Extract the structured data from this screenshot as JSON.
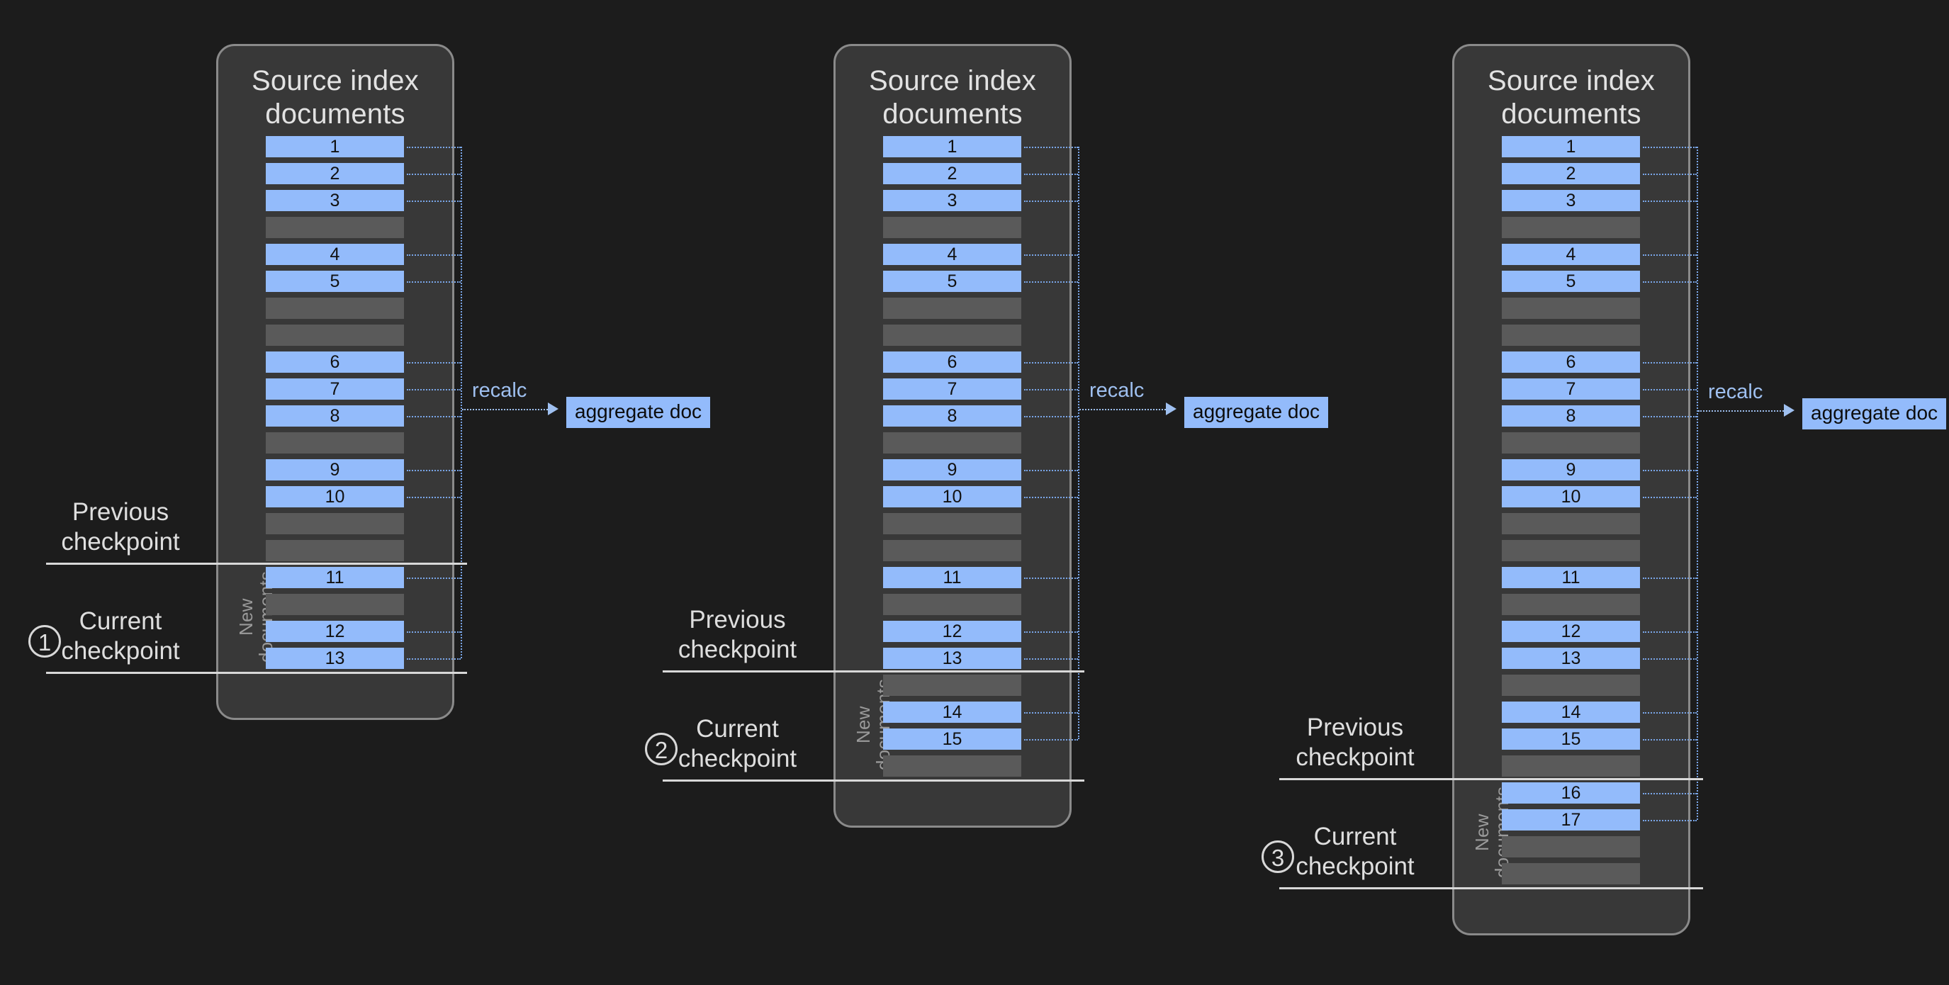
{
  "theme": {
    "background": "#1c1c1c",
    "panel_bg": "#383838",
    "panel_border": "#8a8a8a",
    "doc_blue": "#93bbfb",
    "blank_gray": "#5a5a5a",
    "connector_blue": "#7aa6e8",
    "text_light": "#dedede",
    "recalc_text": "#9fc0f0"
  },
  "panel_title": "Source index\ndocuments",
  "new_documents_label": "New\ndocuments",
  "recalc_label": "recalc",
  "aggregate_doc_label": "aggregate doc",
  "previous_checkpoint_label": "Previous\ncheckpoint",
  "current_checkpoint_label": "Current\ncheckpoint",
  "stages": [
    {
      "id": 1,
      "badge": "1",
      "rows": [
        {
          "type": "doc",
          "label": "1"
        },
        {
          "type": "doc",
          "label": "2"
        },
        {
          "type": "doc",
          "label": "3"
        },
        {
          "type": "blank",
          "label": ""
        },
        {
          "type": "doc",
          "label": "4"
        },
        {
          "type": "doc",
          "label": "5"
        },
        {
          "type": "blank",
          "label": ""
        },
        {
          "type": "blank",
          "label": ""
        },
        {
          "type": "doc",
          "label": "6"
        },
        {
          "type": "doc",
          "label": "7"
        },
        {
          "type": "doc",
          "label": "8"
        },
        {
          "type": "blank",
          "label": ""
        },
        {
          "type": "doc",
          "label": "9"
        },
        {
          "type": "doc",
          "label": "10"
        },
        {
          "type": "blank",
          "label": ""
        },
        {
          "type": "blank",
          "label": ""
        },
        {
          "type": "doc",
          "label": "11"
        },
        {
          "type": "blank",
          "label": ""
        },
        {
          "type": "doc",
          "label": "12"
        },
        {
          "type": "doc",
          "label": "13"
        }
      ],
      "new_documents_start_index": 16
    },
    {
      "id": 2,
      "badge": "2",
      "rows": [
        {
          "type": "doc",
          "label": "1"
        },
        {
          "type": "doc",
          "label": "2"
        },
        {
          "type": "doc",
          "label": "3"
        },
        {
          "type": "blank",
          "label": ""
        },
        {
          "type": "doc",
          "label": "4"
        },
        {
          "type": "doc",
          "label": "5"
        },
        {
          "type": "blank",
          "label": ""
        },
        {
          "type": "blank",
          "label": ""
        },
        {
          "type": "doc",
          "label": "6"
        },
        {
          "type": "doc",
          "label": "7"
        },
        {
          "type": "doc",
          "label": "8"
        },
        {
          "type": "blank",
          "label": ""
        },
        {
          "type": "doc",
          "label": "9"
        },
        {
          "type": "doc",
          "label": "10"
        },
        {
          "type": "blank",
          "label": ""
        },
        {
          "type": "blank",
          "label": ""
        },
        {
          "type": "doc",
          "label": "11"
        },
        {
          "type": "blank",
          "label": ""
        },
        {
          "type": "doc",
          "label": "12"
        },
        {
          "type": "doc",
          "label": "13"
        },
        {
          "type": "blank",
          "label": ""
        },
        {
          "type": "doc",
          "label": "14"
        },
        {
          "type": "doc",
          "label": "15"
        },
        {
          "type": "blank",
          "label": ""
        }
      ],
      "new_documents_start_index": 20
    },
    {
      "id": 3,
      "badge": "3",
      "rows": [
        {
          "type": "doc",
          "label": "1"
        },
        {
          "type": "doc",
          "label": "2"
        },
        {
          "type": "doc",
          "label": "3"
        },
        {
          "type": "blank",
          "label": ""
        },
        {
          "type": "doc",
          "label": "4"
        },
        {
          "type": "doc",
          "label": "5"
        },
        {
          "type": "blank",
          "label": ""
        },
        {
          "type": "blank",
          "label": ""
        },
        {
          "type": "doc",
          "label": "6"
        },
        {
          "type": "doc",
          "label": "7"
        },
        {
          "type": "doc",
          "label": "8"
        },
        {
          "type": "blank",
          "label": ""
        },
        {
          "type": "doc",
          "label": "9"
        },
        {
          "type": "doc",
          "label": "10"
        },
        {
          "type": "blank",
          "label": ""
        },
        {
          "type": "blank",
          "label": ""
        },
        {
          "type": "doc",
          "label": "11"
        },
        {
          "type": "blank",
          "label": ""
        },
        {
          "type": "doc",
          "label": "12"
        },
        {
          "type": "doc",
          "label": "13"
        },
        {
          "type": "blank",
          "label": ""
        },
        {
          "type": "doc",
          "label": "14"
        },
        {
          "type": "doc",
          "label": "15"
        },
        {
          "type": "blank",
          "label": ""
        },
        {
          "type": "doc",
          "label": "16"
        },
        {
          "type": "doc",
          "label": "17"
        },
        {
          "type": "blank",
          "label": ""
        },
        {
          "type": "blank",
          "label": ""
        }
      ],
      "new_documents_start_index": 24
    }
  ]
}
